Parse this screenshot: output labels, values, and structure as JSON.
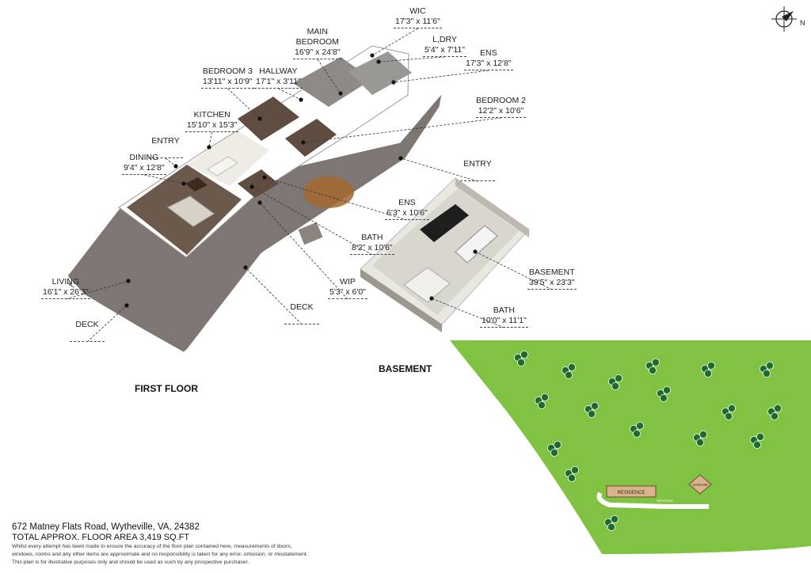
{
  "floors": {
    "first_floor_title": "FIRST FLOOR",
    "basement_title": "BASEMENT"
  },
  "rooms": [
    {
      "key": "wic",
      "name": "WIC",
      "dims": "17'3\" x 11'6\""
    },
    {
      "key": "main_bedroom",
      "name": "MAIN\nBEDROOM",
      "dims": "16'9\" x 24'8\""
    },
    {
      "key": "ldry",
      "name": "L,DRY",
      "dims": "5'4\" x 7'11\""
    },
    {
      "key": "ens_upper",
      "name": "ENS",
      "dims": "17'3\" x 12'8\""
    },
    {
      "key": "bedroom3",
      "name": "BEDROOM 3",
      "dims": "13'11\" x 10'9\""
    },
    {
      "key": "hallway",
      "name": "HALLWAY",
      "dims": "17'1\" x 3'11\""
    },
    {
      "key": "bedroom2",
      "name": "BEDROOM 2",
      "dims": "12'2\" x 10'6\""
    },
    {
      "key": "kitchen",
      "name": "KITCHEN",
      "dims": "15'10\" x 15'3\""
    },
    {
      "key": "entry_left",
      "name": "ENTRY",
      "dims": ""
    },
    {
      "key": "dining",
      "name": "DINING",
      "dims": "9'4\" x 12'8\""
    },
    {
      "key": "entry_right",
      "name": "ENTRY",
      "dims": ""
    },
    {
      "key": "ens_lower",
      "name": "ENS",
      "dims": "6'3\" x 10'6\""
    },
    {
      "key": "bath_first",
      "name": "BATH",
      "dims": "8'2\" x 10'6\""
    },
    {
      "key": "basement",
      "name": "BASEMENT",
      "dims": "39'5\" x 23'3\""
    },
    {
      "key": "living",
      "name": "LIVING",
      "dims": "16'1\" x 26'3\""
    },
    {
      "key": "wip",
      "name": "WIP",
      "dims": "5'3\" x 6'0\""
    },
    {
      "key": "deck_mid",
      "name": "DECK",
      "dims": ""
    },
    {
      "key": "bath_base",
      "name": "BATH",
      "dims": "10'0\" x 11'1\""
    },
    {
      "key": "deck_left",
      "name": "DECK",
      "dims": ""
    }
  ],
  "site": {
    "residence_label": "RESIDENCE",
    "garage_label": "GARAGE",
    "driveway_label": "DRIVEWAY"
  },
  "compass": {
    "north_label": "N"
  },
  "footer": {
    "address": "672 Matney Flats Road, Wytheville, VA, 24382",
    "total_area": "TOTAL APPROX. FLOOR AREA 3,419 SQ.FT",
    "disclaimer_1": "Whilst every attempt has been made to ensure the accuracy of the floor plan contained here, measurements of doors,",
    "disclaimer_2": "windows, rooms and any other items are approximate and no responsibility is taken for any error, omission, or misstatement.",
    "disclaimer_3": "This plan is for illustrative purposes only and should be used as such by any prospective purchaser."
  },
  "colors": {
    "floor_wood": "#6b5a4c",
    "deck": "#7d7672",
    "wall": "#ffffff",
    "basement_floor": "#d9d6cf",
    "lawn": "#80c342",
    "tree": "#1f6b2f",
    "residence": "#d9b48a"
  }
}
